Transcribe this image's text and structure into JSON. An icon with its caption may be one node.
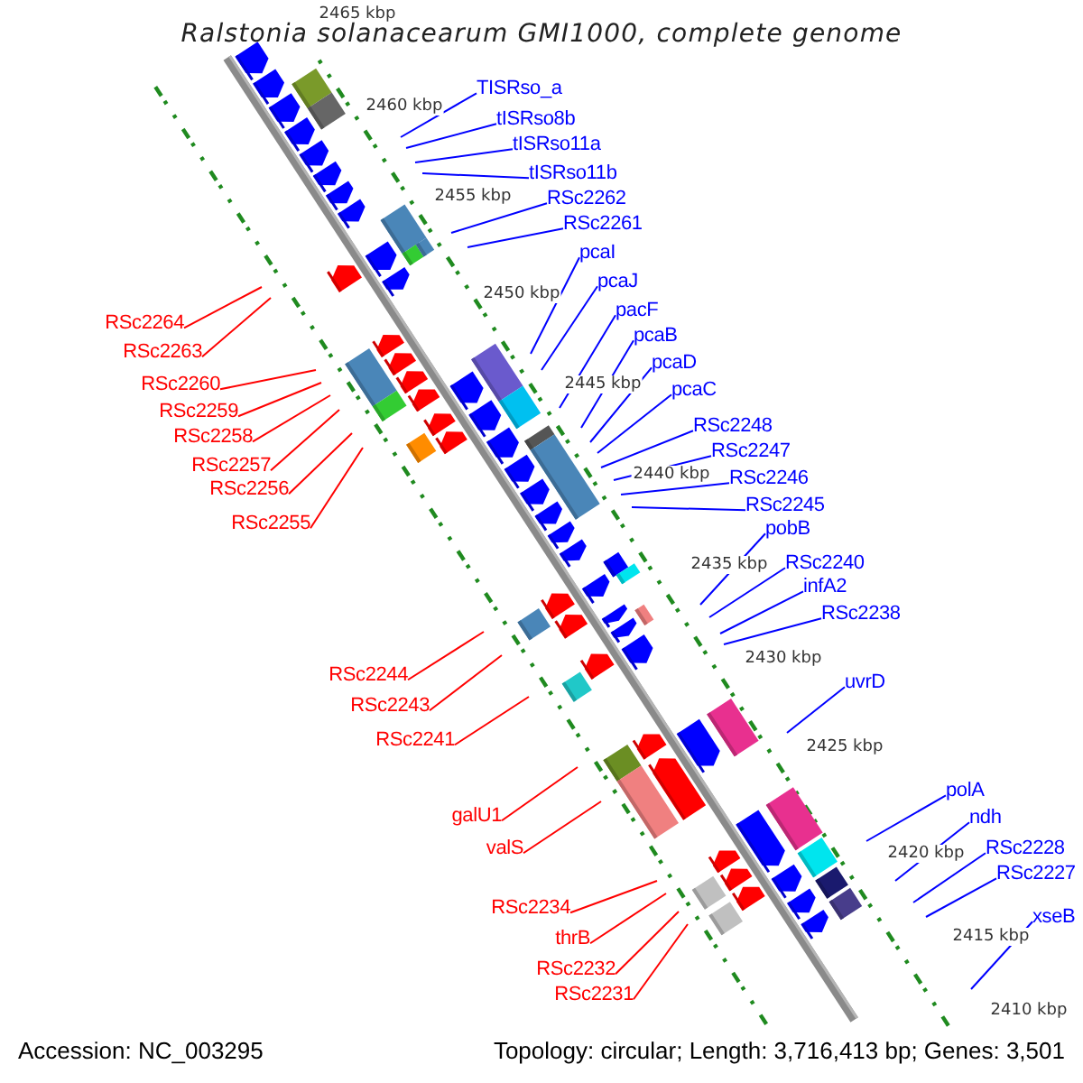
{
  "diagram": {
    "title": "Ralstonia solanacearum GMI1000, complete genome",
    "nodes": [
      {
        "text": [
          "TISRso_a"
        ]
      },
      {
        "text": [
          "tISRso8b"
        ]
      },
      {
        "text": [
          "tISRso11a"
        ]
      },
      {
        "text": [
          "tISRso11b"
        ]
      },
      {
        "text": [
          "RSc2262"
        ]
      },
      {
        "text": [
          "RSc2261"
        ]
      },
      {
        "text": [
          "pcaI"
        ]
      },
      {
        "text": [
          "pcaJ"
        ]
      },
      {
        "text": [
          "pacF"
        ]
      },
      {
        "text": [
          "RSc2264"
        ]
      },
      {
        "text": [
          "pcaB"
        ]
      },
      {
        "text": [
          "RSc2263"
        ]
      },
      {
        "text": [
          "pcaD"
        ]
      },
      {
        "text": [
          "RSc2260"
        ]
      },
      {
        "text": [
          "pcaC"
        ]
      },
      {
        "text": [
          "RSc2259"
        ]
      },
      {
        "text": [
          "RSc2248"
        ]
      },
      {
        "text": [
          "RSc2258"
        ]
      },
      {
        "text": [
          "RSc2247"
        ]
      },
      {
        "text": [
          "RSc2257"
        ]
      },
      {
        "text": [
          "RSc2246"
        ]
      },
      {
        "text": [
          "RSc2256"
        ]
      },
      {
        "text": [
          "RSc2245"
        ]
      },
      {
        "text": [
          "RSc2255"
        ]
      },
      {
        "text": [
          "pobB"
        ]
      },
      {
        "text": [
          "RSc2240"
        ]
      },
      {
        "text": [
          "infA2"
        ]
      },
      {
        "text": [
          "RSc2238"
        ]
      },
      {
        "text": [
          "RSc2244"
        ]
      },
      {
        "text": [
          "uvrD"
        ]
      },
      {
        "text": [
          "RSc2243"
        ]
      },
      {
        "text": [
          "RSc2241"
        ]
      },
      {
        "text": [
          "polA"
        ]
      },
      {
        "text": [
          "galU1"
        ]
      },
      {
        "text": [
          "ndh"
        ]
      },
      {
        "text": [
          "valS"
        ]
      },
      {
        "text": [
          "RSc2228"
        ]
      },
      {
        "text": [
          "RSc2227"
        ]
      },
      {
        "text": [
          "RSc2234"
        ]
      },
      {
        "text": [
          "xseB"
        ]
      },
      {
        "text": [
          "thrB"
        ]
      },
      {
        "text": [
          "RSc2232"
        ]
      },
      {
        "text": [
          "RSc2231"
        ]
      }
    ],
    "edges": [
      {
        "from": 0,
        "to": null,
        "arrow": "none"
      },
      {
        "from": 1,
        "to": null,
        "arrow": "none"
      },
      {
        "from": 2,
        "to": null,
        "arrow": "none"
      },
      {
        "from": 3,
        "to": null,
        "arrow": "none"
      },
      {
        "from": 4,
        "to": null,
        "arrow": "none"
      },
      {
        "from": 5,
        "to": null,
        "arrow": "none"
      },
      {
        "from": 6,
        "to": null,
        "arrow": "none"
      },
      {
        "from": 7,
        "to": null,
        "arrow": "none"
      },
      {
        "from": 8,
        "to": null,
        "arrow": "none"
      },
      {
        "from": 9,
        "to": null,
        "arrow": "none",
        "color": "#ff0000"
      },
      {
        "from": 10,
        "to": null,
        "arrow": "none"
      },
      {
        "from": 11,
        "to": null,
        "arrow": "none",
        "color": "#ff0000"
      },
      {
        "from": 12,
        "to": null,
        "arrow": "none"
      },
      {
        "from": 13,
        "to": null,
        "arrow": "none",
        "color": "#ff0000"
      },
      {
        "from": 14,
        "to": null,
        "arrow": "none"
      },
      {
        "from": 15,
        "to": null,
        "arrow": "none",
        "color": "#ff0000"
      },
      {
        "from": 16,
        "to": null,
        "arrow": "none"
      },
      {
        "from": 17,
        "to": null,
        "arrow": "none",
        "color": "#ff0000"
      },
      {
        "from": 18,
        "to": null,
        "arrow": "none"
      },
      {
        "from": 19,
        "to": null,
        "arrow": "none",
        "color": "#ff0000"
      },
      {
        "from": 20,
        "to": null,
        "arrow": "none"
      },
      {
        "from": 21,
        "to": null,
        "arrow": "none",
        "color": "#ff0000"
      },
      {
        "from": 22,
        "to": null,
        "arrow": "none"
      },
      {
        "from": 23,
        "to": null,
        "arrow": "none",
        "color": "#ff0000"
      },
      {
        "from": 24,
        "to": null,
        "arrow": "none"
      },
      {
        "from": 25,
        "to": null,
        "arrow": "none"
      },
      {
        "from": 26,
        "to": null,
        "arrow": "none"
      },
      {
        "from": 27,
        "to": null,
        "arrow": "none"
      },
      {
        "from": 28,
        "to": null,
        "arrow": "none",
        "color": "#ff0000"
      },
      {
        "from": 29,
        "to": null,
        "arrow": "none"
      },
      {
        "from": 30,
        "to": null,
        "arrow": "none",
        "color": "#ff0000"
      },
      {
        "from": 31,
        "to": null,
        "arrow": "none",
        "color": "#ff0000"
      },
      {
        "from": 32,
        "to": null,
        "arrow": "none"
      },
      {
        "from": 33,
        "to": null,
        "arrow": "none",
        "color": "#ff0000"
      },
      {
        "from": 34,
        "to": null,
        "arrow": "none"
      },
      {
        "from": 35,
        "to": null,
        "arrow": "none",
        "color": "#ff0000"
      },
      {
        "from": 36,
        "to": null,
        "arrow": "none"
      },
      {
        "from": 37,
        "to": null,
        "arrow": "none"
      },
      {
        "from": 38,
        "to": null,
        "arrow": "none",
        "color": "#ff0000"
      },
      {
        "from": 39,
        "to": null,
        "arrow": "none"
      },
      {
        "from": 40,
        "to": null,
        "arrow": "none",
        "color": "#ff0000"
      },
      {
        "from": 41,
        "to": null,
        "arrow": "none",
        "color": "#ff0000"
      },
      {
        "from": 42,
        "to": null,
        "arrow": "none",
        "color": "#ff0000"
      }
    ],
    "labels": [
      "2465 kbp",
      "2460 kbp",
      "2455 kbp",
      "2450 kbp",
      "2445 kbp",
      "2440 kbp",
      "2435 kbp",
      "2430 kbp",
      "2425 kbp",
      "2420 kbp",
      "2415 kbp",
      "2410 kbp",
      "Accession: NC_003295",
      "Topology: circular; Length: 3,716,413 bp; Genes: 3,501"
    ]
  }
}
